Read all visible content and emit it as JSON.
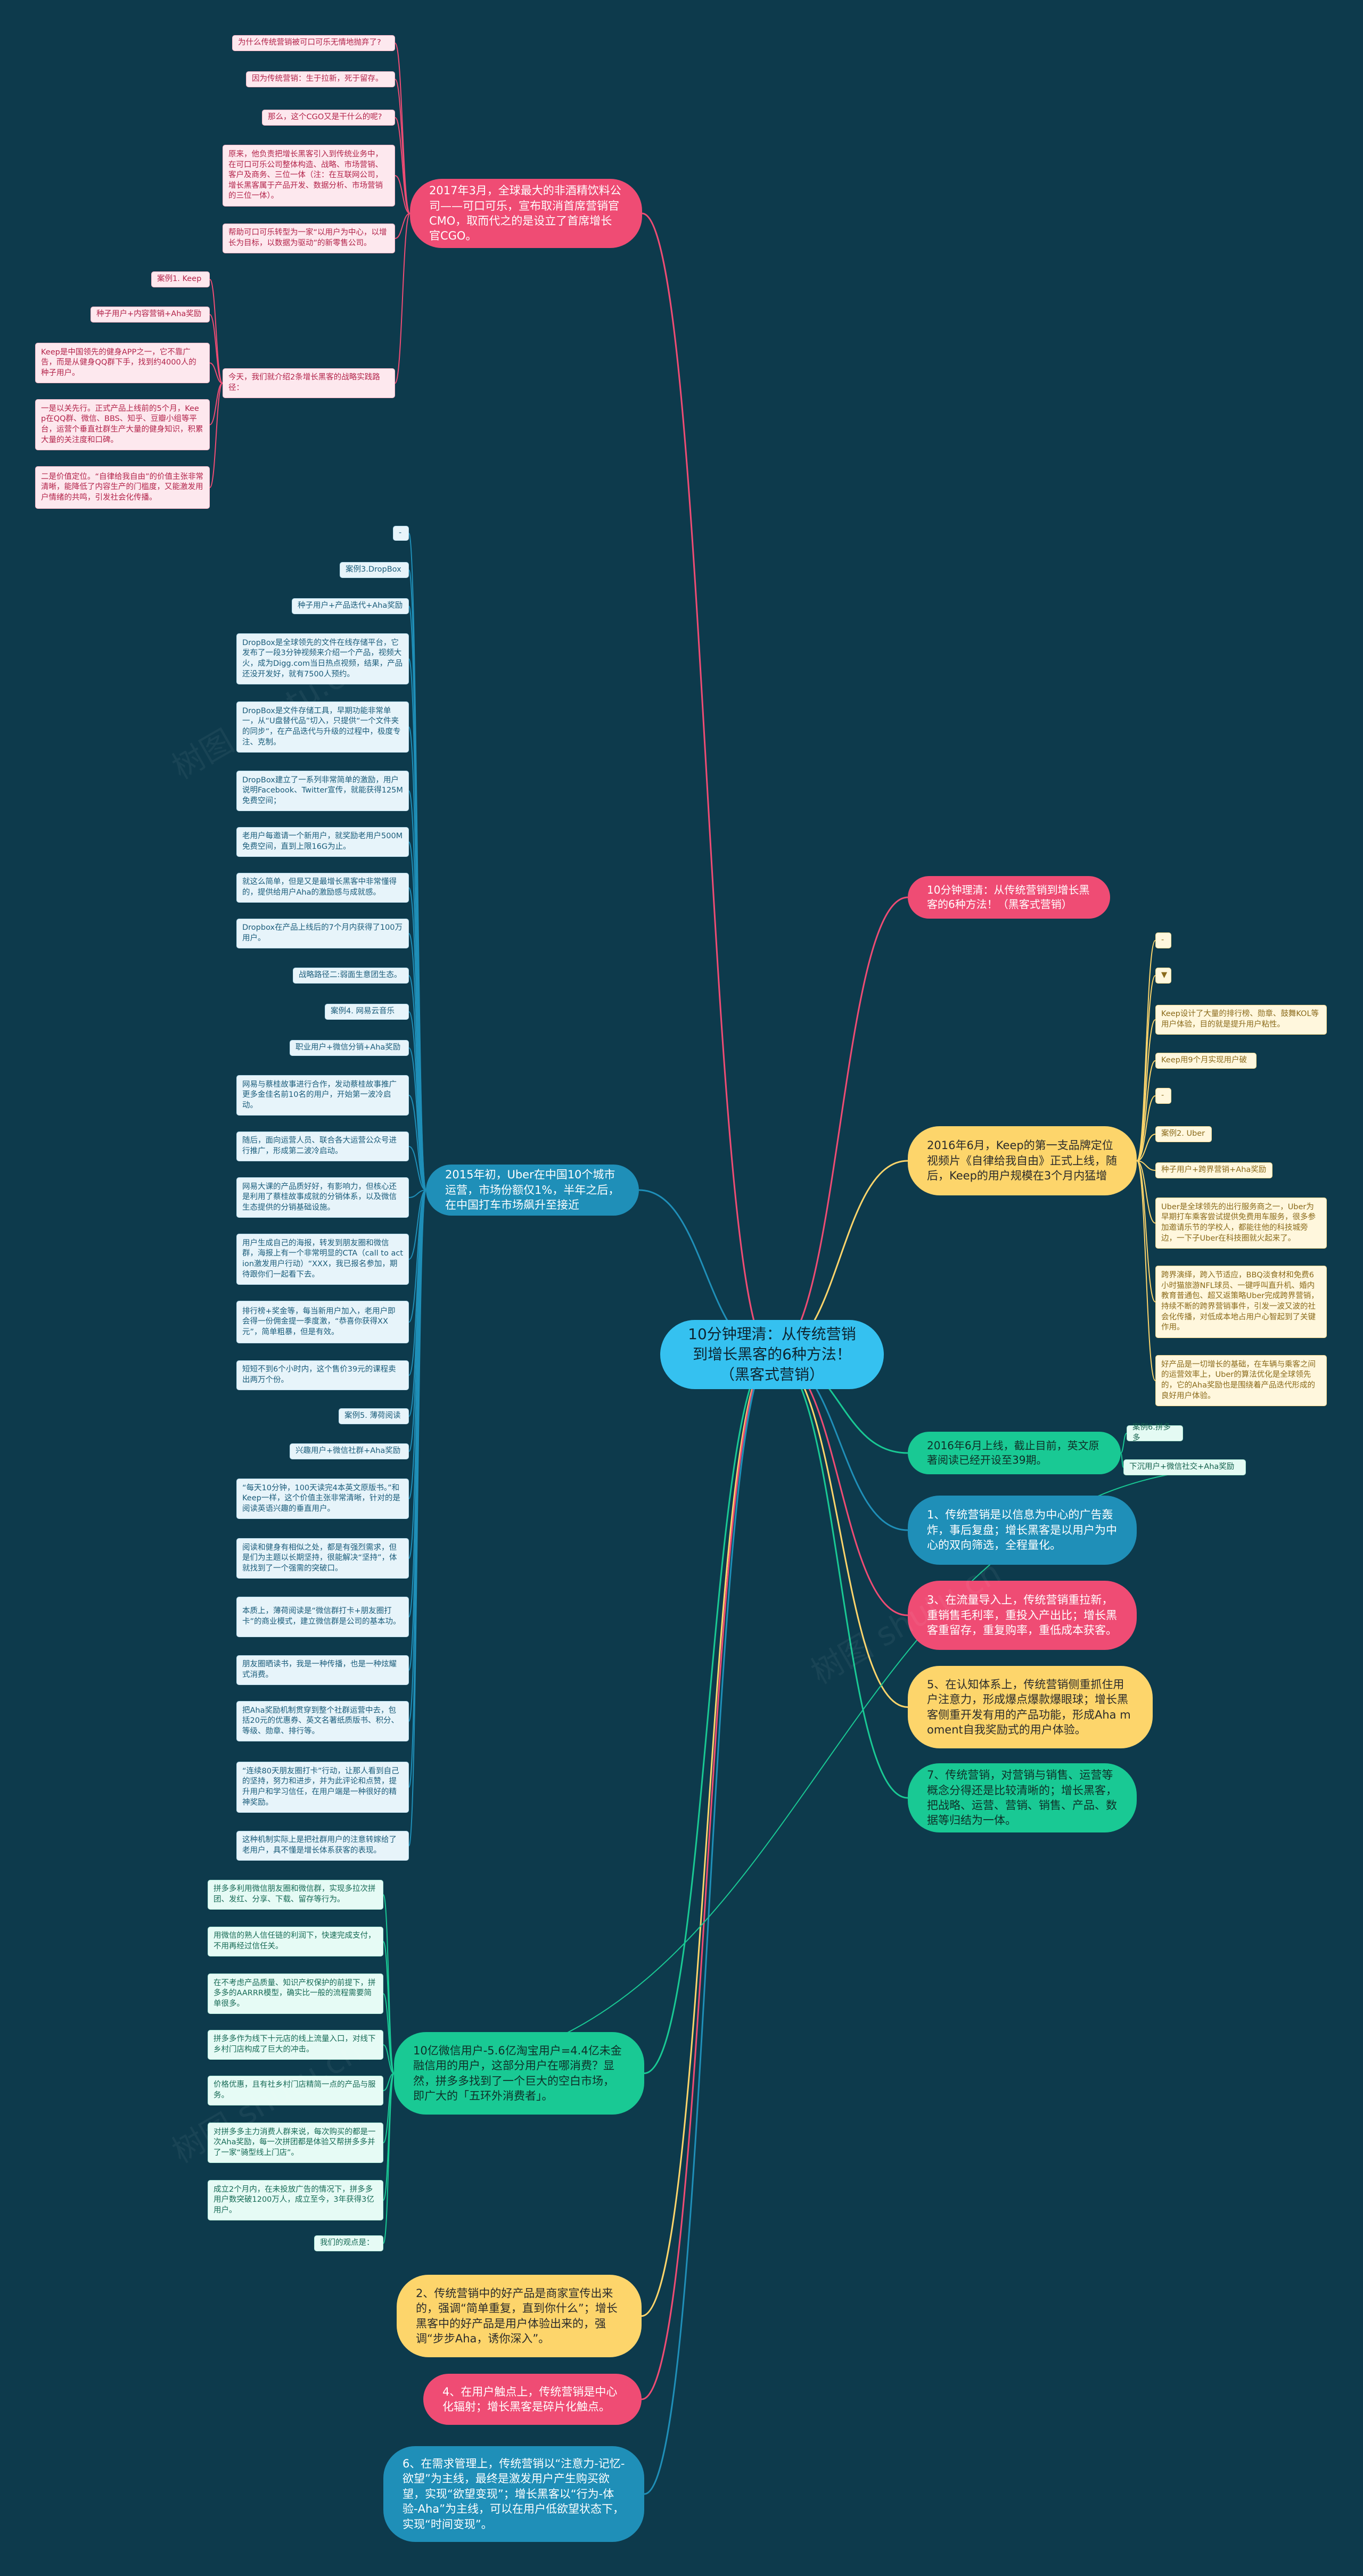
{
  "colors": {
    "background": "#0d3a4c",
    "root": "#35c1f0",
    "red": "#ef4c74",
    "blue": "#1f8fb8",
    "yellow": "#fdd56b",
    "green": "#19c994"
  },
  "root": {
    "text": "10分钟理清：从传统营销到增长黑客的6种方法！（黑客式营销）"
  },
  "branches": [
    {
      "text": "2017年3月，全球最大的非酒精饮料公司——可口可乐，宣布取消首席营销官CMO，取而代之的是设立了首席增长官CGO。"
    },
    {
      "text": "2015年初，Uber在中国10个城市运营，市场份额仅1%，半年之后，在中国打车市场飙升至接近"
    },
    {
      "text": "10亿微信用户-5.6亿淘宝用户=4.4亿未金融信用的用户，这部分用户在哪消费？显然，拼多多找到了一个巨大的空白市场，即广大的「五环外消费者」。"
    },
    {
      "text": "10分钟理清：从传统营销到增长黑客的6种方法！（黑客式营销）"
    },
    {
      "text": "2016年6月，Keep的第一支品牌定位视频片《自律给我自由》正式上线，随后，Keep的用户规模在3个月内猛增"
    },
    {
      "text": "2016年6月上线，截止目前，英文原著阅读已经开设至39期。"
    },
    {
      "text": "1、传统营销是以信息为中心的广告轰炸，事后复盘；增长黑客是以用户为中心的双向筛选，全程量化。"
    },
    {
      "text": "3、在流量导入上，传统营销重拉新，重销售毛利率，重投入产出比；增长黑客重留存，重复购率，重低成本获客。"
    },
    {
      "text": "5、在认知体系上，传统营销侧重抓住用户注意力，形成爆点爆款爆眼球；增长黑客侧重开发有用的产品功能，形成Aha moment自我奖励式的用户体验。"
    },
    {
      "text": "7、传统营销，对营销与销售、运营等概念分得还是比较清晰的；增长黑客，把战略、运营、营销、销售、产品、数据等归结为一体。"
    },
    {
      "text": "2、传统营销中的好产品是商家宣传出来的，强调“简单重复，直到你什么”；增长黑客中的好产品是用户体验出来的，强调“步步Aha，诱你深入”。"
    },
    {
      "text": "4、在用户触点上，传统营销是中心化辐射；增长黑客是碎片化触点。"
    },
    {
      "text": "6、在需求管理上，传统营销以“注意力-记忆-欲望”为主线，最终是激发用户产生购买欲望，实现“欲望变现”；增长黑客以“行为-体验-Aha”为主线，可以在用户低欲望状态下，实现“时间变现”。"
    }
  ],
  "leaves_top": [
    {
      "text": "为什么传统营销被可口可乐无情地抛弃了?"
    },
    {
      "text": "因为传统营销：生于拉新，死于留存。"
    },
    {
      "text": "那么，这个CGO又是干什么的呢?"
    },
    {
      "text": "原来，他负责把增长黑客引入到传统业务中，在可口可乐公司整体构造、战略、市场营销、客户及商务、三位一体（注：在互联网公司，增长黑客属于产品开发、数据分析、市场营销的三位一体）。"
    },
    {
      "text": "帮助可口可乐转型为一家“以用户为中心，以增长为目标，以数据为驱动”的新零售公司。"
    },
    {
      "text": "案例1. Keep"
    },
    {
      "text": "种子用户+内容营销+Aha奖励"
    },
    {
      "text": "Keep是中国领先的健身APP之一，它不靠广告，而是从健身QQ群下手，找到约4000人的种子用户。"
    },
    {
      "text": "一是以关先行。正式产品上线前的5个月，Keep在QQ群、微信、BBS、知乎、豆瓣小组等平台，运营个垂直社群生产大量的健身知识，积累大量的关注度和口碑。"
    },
    {
      "text": "二是价值定位。“自律给我自由”的价值主张非常清晰，能降低了内容生产的门槛度，又能激发用户情绪的共鸣，引发社会化传播。"
    },
    {
      "text": "今天，我们就介绍2条增长黑客的战略实践路径："
    }
  ],
  "leaves_uber": [
    {
      "text": "-"
    },
    {
      "text": "案例3.DropBox"
    },
    {
      "text": "种子用户+产品迭代+Aha奖励"
    },
    {
      "text": "DropBox是全球领先的文件在线存储平台，它发布了一段3分钟视频来介绍一个产品，视频大火，成为Digg.com当日热点视频，结果，产品还没开发好，就有7500人预约。"
    },
    {
      "text": "DropBox是文件存储工具，早期功能非常单一，从“U盘替代品”切入，只提供“一个文件夹的同步”，在产品迭代与升级的过程中，极度专注、克制。"
    },
    {
      "text": "DropBox建立了一系列非常简单的激励，用户说明Facebook、Twitter宣传，就能获得125M免费空间；"
    },
    {
      "text": "老用户每邀请一个新用户，就奖励老用户500M免费空间，直到上限16G为止。"
    },
    {
      "text": "就这么简单，但是又是最增长黑客中非常懂得的，提供给用户Aha的激励感与成就感。"
    },
    {
      "text": "Dropbox在产品上线后的7个月内获得了100万用户。"
    },
    {
      "text": "战略路径二:弱面生意团生态。"
    },
    {
      "text": "案例4. 网易云音乐"
    },
    {
      "text": "职业用户+微信分销+Aha奖励"
    },
    {
      "text": "网易与蔡桂故事进行合作，发动蔡桂故事推广更多金佳名前10名的用户，开始第一波冷启动。"
    },
    {
      "text": "随后，面向运营人员、联合各大运营公众号进行推广，形成第二波冷启动。"
    },
    {
      "text": "网易大课的产品质好好，有影响力，但核心还是利用了蔡桂故事成就的分销体系，以及微信生态提供的分销基础设施。"
    },
    {
      "text": "用户生成自己的海报，转发到朋友圈和微信群，海报上有一个非常明显的CTA（call to action激发用户行动）“XXX，我已报名参加，期待跟你们一起看下去。"
    },
    {
      "text": "排行榜+奖金等，每当新用户加入，老用户即会得一份佣金提一季度激，“恭喜你获得XX元”，简单粗暴，但是有效。"
    },
    {
      "text": "短短不到6个小时内，这个售价39元的课程卖出两万个份。"
    },
    {
      "text": "案例5. 薄荷阅读"
    },
    {
      "text": "兴趣用户+微信社群+Aha奖励"
    },
    {
      "text": "“每天10分钟，100天读完4本英文原版书。”和Keep一样，这个价值主张非常清晰，针对的是阅读英语兴趣的垂直用户。"
    },
    {
      "text": "阅读和健身有相似之处，都是有强烈需求，但是们为主题以长期坚持，很能解决“坚持”，体就找到了一个强需的突破口。"
    },
    {
      "text": "本质上，薄荷阅读是“微信群打卡+朋友圈打卡”的商业模式，建立微信群是公司的基本功。"
    },
    {
      "text": "朋友圈晒读书，我是一种传播，也是一种炫耀式消费。"
    },
    {
      "text": "把Aha奖励机制贯穿到整个社群运营中去，包括20元的优惠券、英文名著纸质版书、积分、等级、勋章、排行等。"
    },
    {
      "text": "“连续80天朋友圈打卡”行动，让那人看到自己的坚持，努力和进步，并为此评论和点赞，提升用户和学习信任，在用户端是一种很好的精神奖励。"
    },
    {
      "text": "这种机制实际上是把社群用户的注意转嫁给了老用户，具不懂是增长体系获客的表现。"
    }
  ],
  "leaves_pdd": [
    {
      "text": "拼多多利用微信朋友圈和微信群，实现多拉次拼团、发红、分享、下载、留存等行为。"
    },
    {
      "text": "用微信的熟人信任链的利润下，快速完成支付，不用再经过信任关。"
    },
    {
      "text": "在不考虑产品质量、知识产权保护的前提下，拼多多的AARRR模型，确实比一般的流程需要简单很多。"
    },
    {
      "text": "拼多多作为线下十元店的线上流量入口，对线下乡村门店构成了巨大的冲击。"
    },
    {
      "text": "价格优惠，且有社乡村门店精简一点的产品与服务。"
    },
    {
      "text": "对拼多多主力消费人群来说，每次购买的都是一次Aha奖励，每一次拼团都是体验又帮拼多多并了一家“骑型线上门店”。"
    },
    {
      "text": "成立2个月内，在未投放广告的情况下，拼多多用户数突破1200万人，成立至今，3年获得3亿用户。"
    },
    {
      "text": "我们的观点是："
    }
  ],
  "leaves_keep": [
    {
      "text": "-"
    },
    {
      "text": "▼"
    },
    {
      "text": "Keep设计了大量的排行榜、勋章、鼓舞KOL等用户体验，目的就是提升用户粘性。"
    },
    {
      "text": "Keep用9个月实现用户破"
    },
    {
      "text": "-"
    },
    {
      "text": "案例2. Uber"
    },
    {
      "text": "种子用户+跨界营销+Aha奖励"
    },
    {
      "text": "Uber是全球领先的出行服务商之一，Uber为早期打车乘客尝试提供免费用车服务，很多参加邀请乐节的学校人，都能往他的科技城旁边，一下子Uber在科技圈就火起来了。"
    },
    {
      "text": "跨界演绎，跨入节适应，BBQ淡食材和免费6小时猫旅游NFL球员、一键呼叫直升机、婚内教育普通包、超又返策略Uber完成跨界营销，持续不断的跨界营销事件，引发一波又波的社会化传播，对低成本地占用户心智起到了关键作用。"
    },
    {
      "text": "好产品是一切增长的基础，在车辆与乘客之间的运营效率上，Uber的算法优化是全球领先的，它的Aha奖励也是围绕着产品迭代形成的良好用户体验。"
    }
  ],
  "leaves_reading": [
    {
      "text": "案例6.拼多多"
    },
    {
      "text": "下沉用户+微信社交+Aha奖励"
    }
  ],
  "watermark": "树图 shutu.cn"
}
